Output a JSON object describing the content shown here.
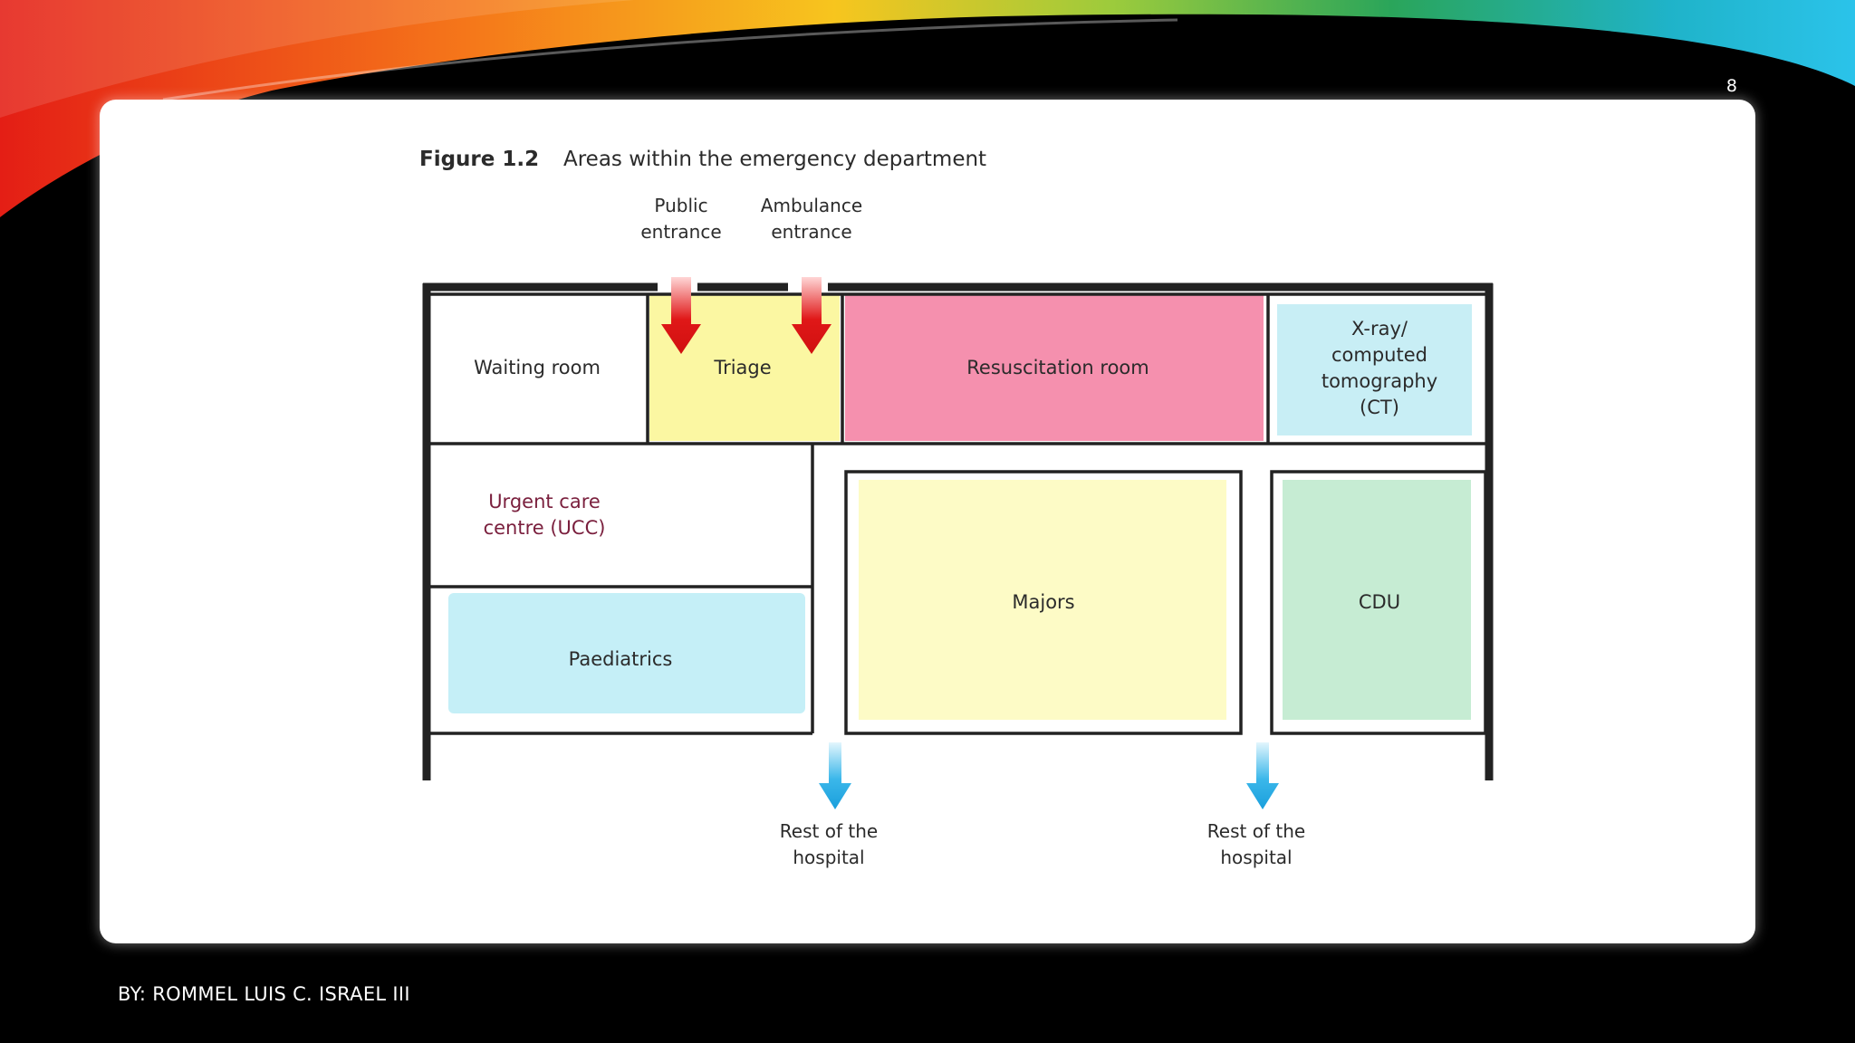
{
  "slide": {
    "number": "8",
    "author": "BY: ROMMEL LUIS C. ISRAEL III"
  },
  "figure": {
    "label": "Figure 1.2",
    "caption": "Areas within the emergency department",
    "entrances": {
      "public": [
        "Public",
        "entrance"
      ],
      "ambulance": [
        "Ambulance",
        "entrance"
      ]
    },
    "rooms": {
      "waiting": [
        "Waiting room"
      ],
      "triage": [
        "Triage"
      ],
      "resus": [
        "Resuscitation room"
      ],
      "xray": [
        "X-ray/",
        "computed",
        "tomography",
        "(CT)"
      ],
      "ucc": [
        "Urgent care",
        "centre (UCC)"
      ],
      "paeds": [
        "Paediatrics"
      ],
      "majors": [
        "Majors"
      ],
      "cdu": [
        "CDU"
      ]
    },
    "exits": {
      "left": [
        "Rest of the",
        "hospital"
      ],
      "right": [
        "Rest of the",
        "hospital"
      ]
    }
  },
  "colors": {
    "triage": "#fbf7a2",
    "resus": "#f590ae",
    "xray": "#c8eef5",
    "paeds": "#c5eff7",
    "majors": "#fdfbc6",
    "cdu": "#c6ecd3",
    "ucc_text": "#7a1f3d",
    "entrance_arrow": "#e01818",
    "exit_arrow": "#1aa5e0",
    "wall": "#222222"
  }
}
